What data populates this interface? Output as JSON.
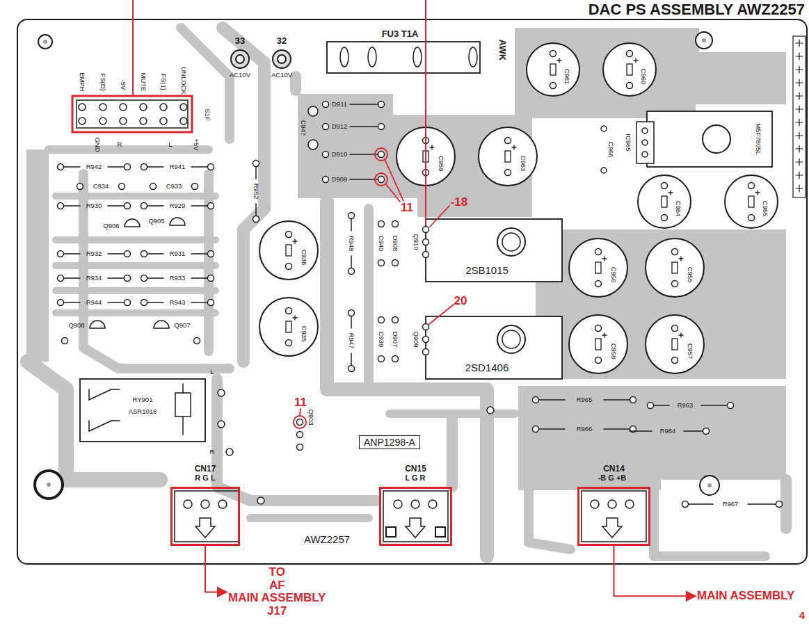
{
  "diagram": {
    "title": "DAC PS ASSEMBLY AWZ2257",
    "nodes": [
      {
        "text": [
          "CN17"
        ]
      },
      {
        "text": [
          "CN15"
        ]
      },
      {
        "text": [
          "CN14"
        ]
      },
      {
        "text": [
          "ANP1298-A"
        ]
      },
      {
        "text": [
          "TO",
          "AF",
          "MAIN ASSEMBLY",
          "J17"
        ]
      },
      {
        "text": [
          "MAIN ASSEMBLY"
        ]
      }
    ],
    "edges": [
      {
        "from": 0,
        "to": 4,
        "arrow": "to"
      },
      {
        "from": 2,
        "to": 5,
        "arrow": "to"
      }
    ],
    "labels": [
      "FU3 T1A",
      "33",
      "32",
      "AC10V",
      "AC10V",
      "AWK",
      "D911",
      "D912",
      "D910",
      "D909",
      "C947",
      "C961",
      "C960",
      "C959",
      "C963",
      "C966",
      "IC965",
      "M5F7805L",
      "C964",
      "C965",
      "C956",
      "C955",
      "C958",
      "C957",
      "C936",
      "C935",
      "2SB1015",
      "2SD1406",
      "Q910",
      "Q909",
      "C940",
      "D908",
      "C939",
      "D907",
      "R948",
      "R947",
      "R952",
      "11",
      "-18",
      "20",
      "11",
      "GND",
      "R",
      "L",
      "+5V",
      "S1F",
      "EMPH",
      "FS(D)",
      "-5V",
      "MUTE",
      "FS(1)",
      "UNLOCK",
      "R942",
      "R941",
      "C934",
      "C933",
      "R930",
      "R929",
      "Q906",
      "Q905",
      "R932",
      "R931",
      "R934",
      "R933",
      "R944",
      "R943",
      "Q908",
      "Q907",
      "RY901",
      "ASR1018",
      "L",
      "R",
      "R G L",
      "L G R",
      "-B G +B",
      "AWZ2257",
      "Q903",
      "R965",
      "R963",
      "R966",
      "R964",
      "R967",
      "4"
    ]
  }
}
